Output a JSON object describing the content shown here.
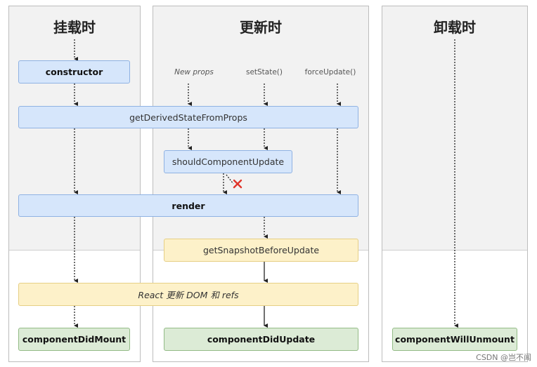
{
  "columns": {
    "mount": "挂载时",
    "update": "更新时",
    "unmount": "卸载时"
  },
  "triggers": {
    "new_props": "New props",
    "set_state": "setState()",
    "force_update": "forceUpdate()"
  },
  "nodes": {
    "constructor": "constructor",
    "get_derived": "getDerivedStateFromProps",
    "should_update": "shouldComponentUpdate",
    "render": "render",
    "snapshot": "getSnapshotBeforeUpdate",
    "react_dom": "React 更新 DOM 和 refs",
    "did_mount": "componentDidMount",
    "did_update": "componentDidUpdate",
    "will_unmount": "componentWillUnmount"
  },
  "icons": {
    "cancel": "cross-icon"
  },
  "colors": {
    "blue_box": "#d6e6fb",
    "yellow_box": "#fdf1c9",
    "green_box": "#dcebd6",
    "cross": "#e0352b"
  },
  "watermark": "CSDN @岂不闻"
}
